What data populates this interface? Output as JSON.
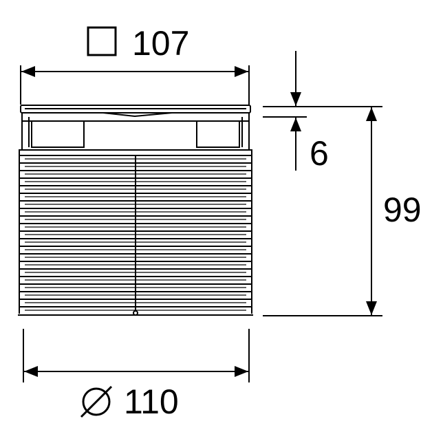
{
  "dimensions": {
    "top_width": {
      "symbol": "square",
      "value": "107"
    },
    "bottom_diameter": {
      "symbol": "diameter",
      "value": "110"
    },
    "total_height": {
      "value": "99"
    },
    "rim_height": {
      "value": "6"
    }
  },
  "colors": {
    "line": "#000000",
    "background": "#ffffff"
  }
}
